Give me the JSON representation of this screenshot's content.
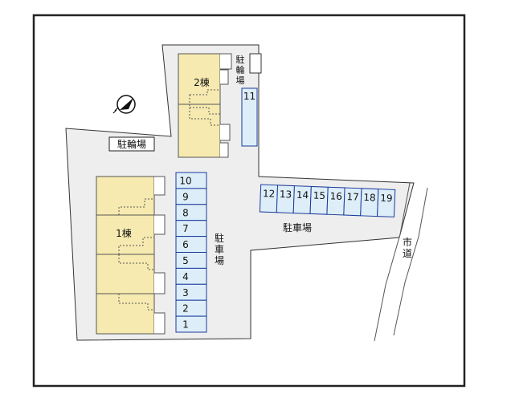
{
  "labels": {
    "building_1": "1棟",
    "building_2": "2棟",
    "bike_parking_left": "駐輪場",
    "bike_parking_top": [
      "駐",
      "輪",
      "場"
    ],
    "parking_right": "駐車場",
    "parking_vertical": [
      "駐",
      "車",
      "場"
    ],
    "city_road": [
      "市",
      "道"
    ]
  },
  "parking_left_numbers": [
    "10",
    "9",
    "8",
    "7",
    "6",
    "5",
    "4",
    "3",
    "2",
    "1"
  ],
  "parking_right_numbers": [
    "12",
    "13",
    "14",
    "15",
    "16",
    "17",
    "18",
    "19"
  ],
  "parking_top_number": "11",
  "colors": {
    "lot": "#eeeeee",
    "building": "#f6eab0",
    "parking": "#ddeef9",
    "parking_border": "#1a3a9a",
    "border": "#222222"
  },
  "icons": {
    "compass": "compass-north-arrow-icon"
  }
}
